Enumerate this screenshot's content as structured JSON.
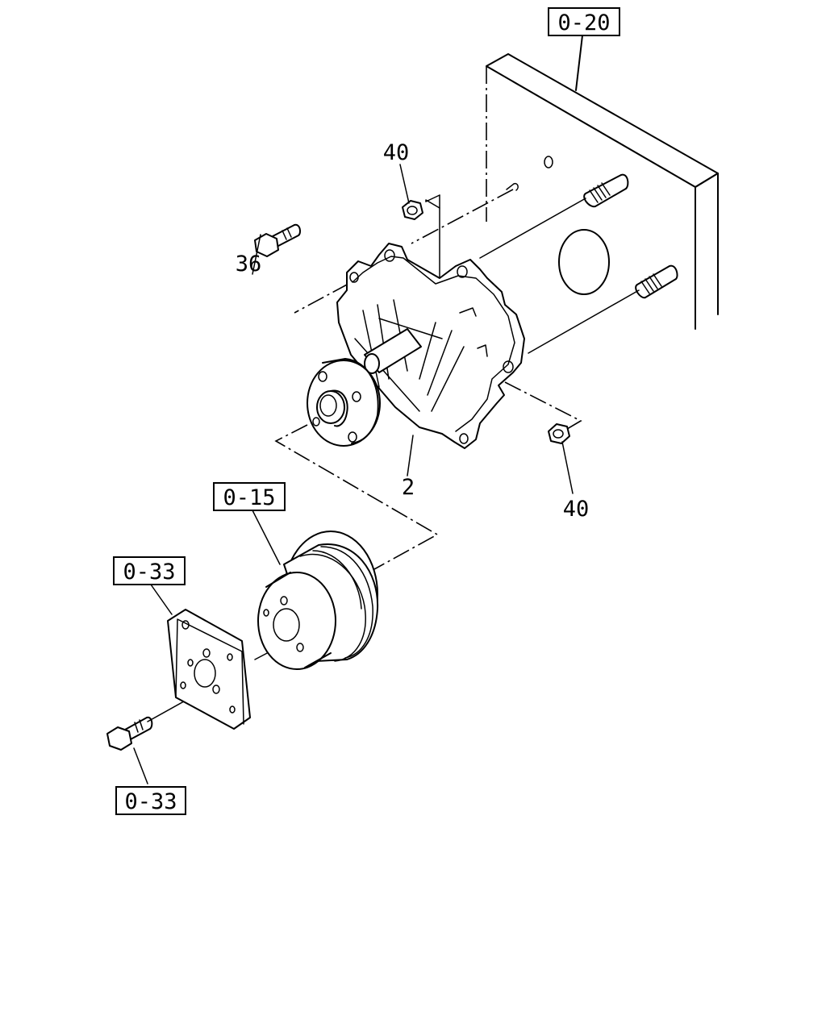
{
  "callouts": {
    "ref_engine_block": "0-20",
    "ref_pulley": "0-15",
    "ref_plate": "0-33",
    "ref_bolt": "0-33",
    "part_nut_upper": "40",
    "part_nut_lower": "40",
    "part_bolt": "36",
    "part_water_pump": "2"
  }
}
